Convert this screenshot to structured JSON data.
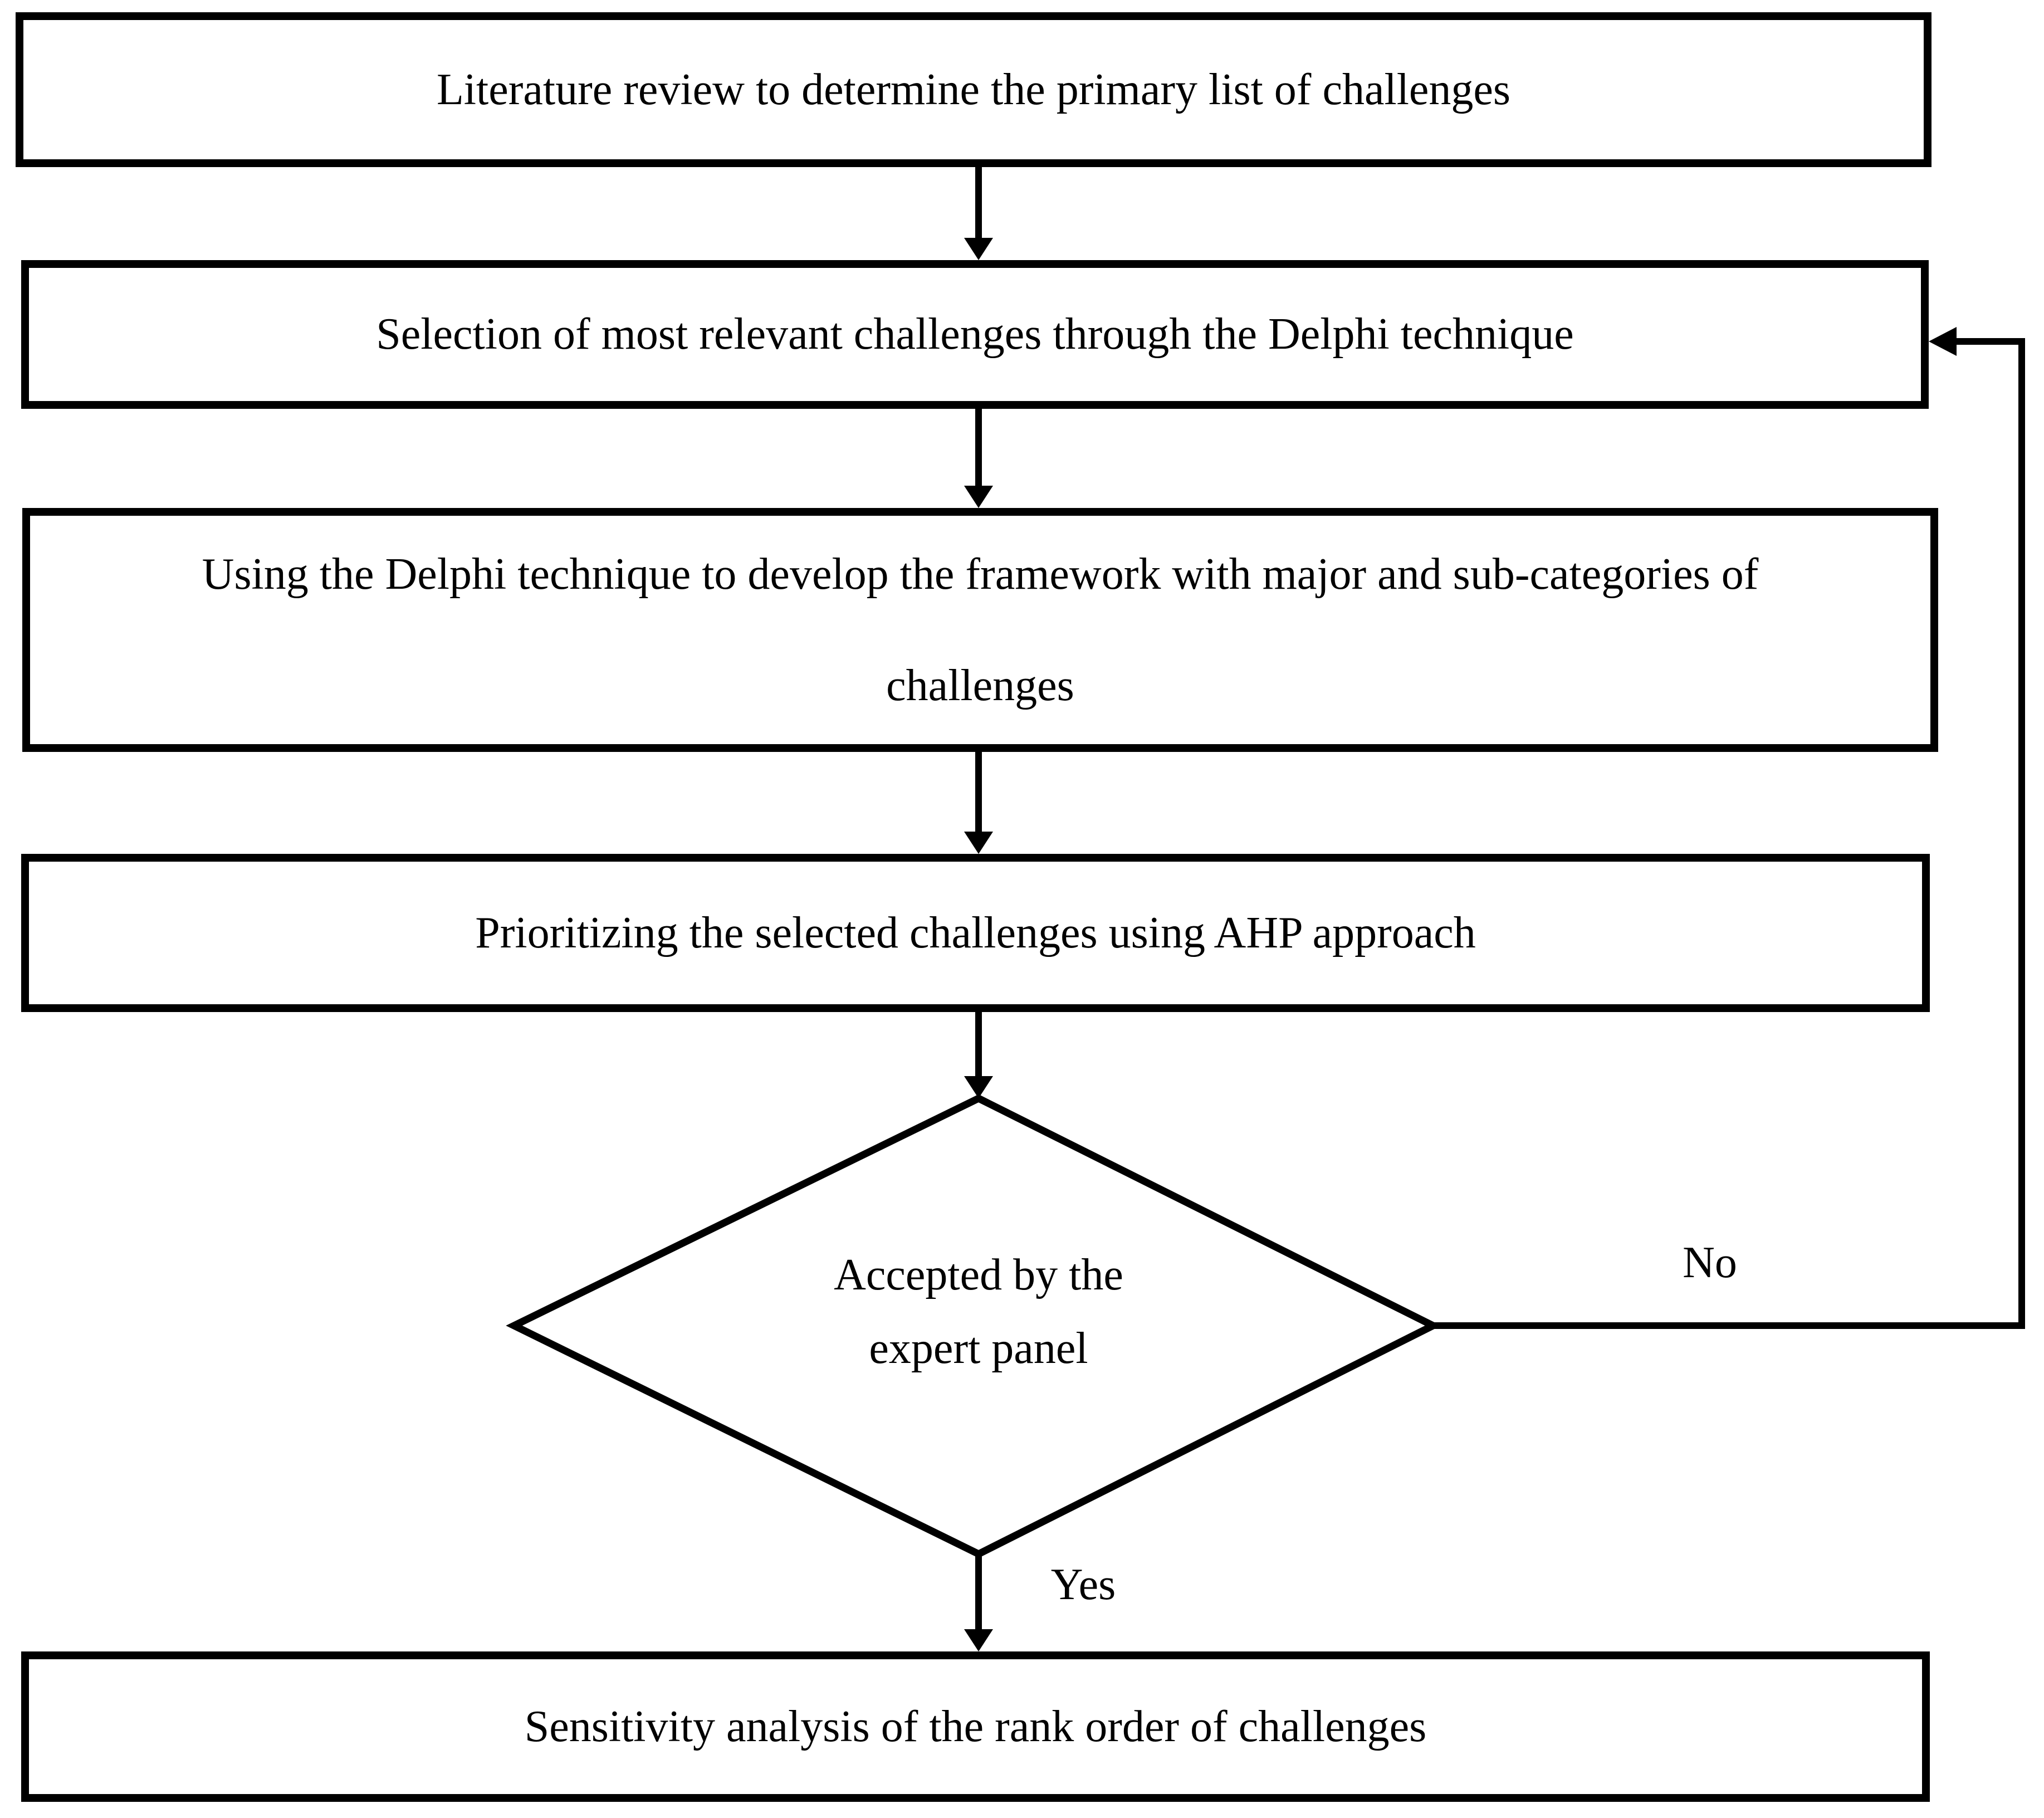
{
  "figure": {
    "background": "#ffffff",
    "ink": "#000000",
    "nodes": {
      "literature_review": {
        "type": "process",
        "lines": [
          "Literature review to determine the primary list of challenges"
        ]
      },
      "delphi_selection": {
        "type": "process",
        "lines": [
          "Selection of most relevant challenges through the Delphi technique"
        ]
      },
      "framework_development": {
        "type": "process",
        "lines": [
          "Using the Delphi technique to develop the framework with major and sub-categories of",
          "challenges"
        ]
      },
      "ahp_prioritization": {
        "type": "process",
        "lines": [
          "Prioritizing the selected challenges using AHP approach"
        ]
      },
      "decision": {
        "type": "decision",
        "lines": [
          "Accepted by the",
          "expert panel"
        ]
      },
      "sensitivity_analysis": {
        "type": "process",
        "lines": [
          "Sensitivity analysis of the rank order of challenges"
        ]
      }
    },
    "edge_labels": {
      "yes": "Yes",
      "no": "No"
    }
  }
}
